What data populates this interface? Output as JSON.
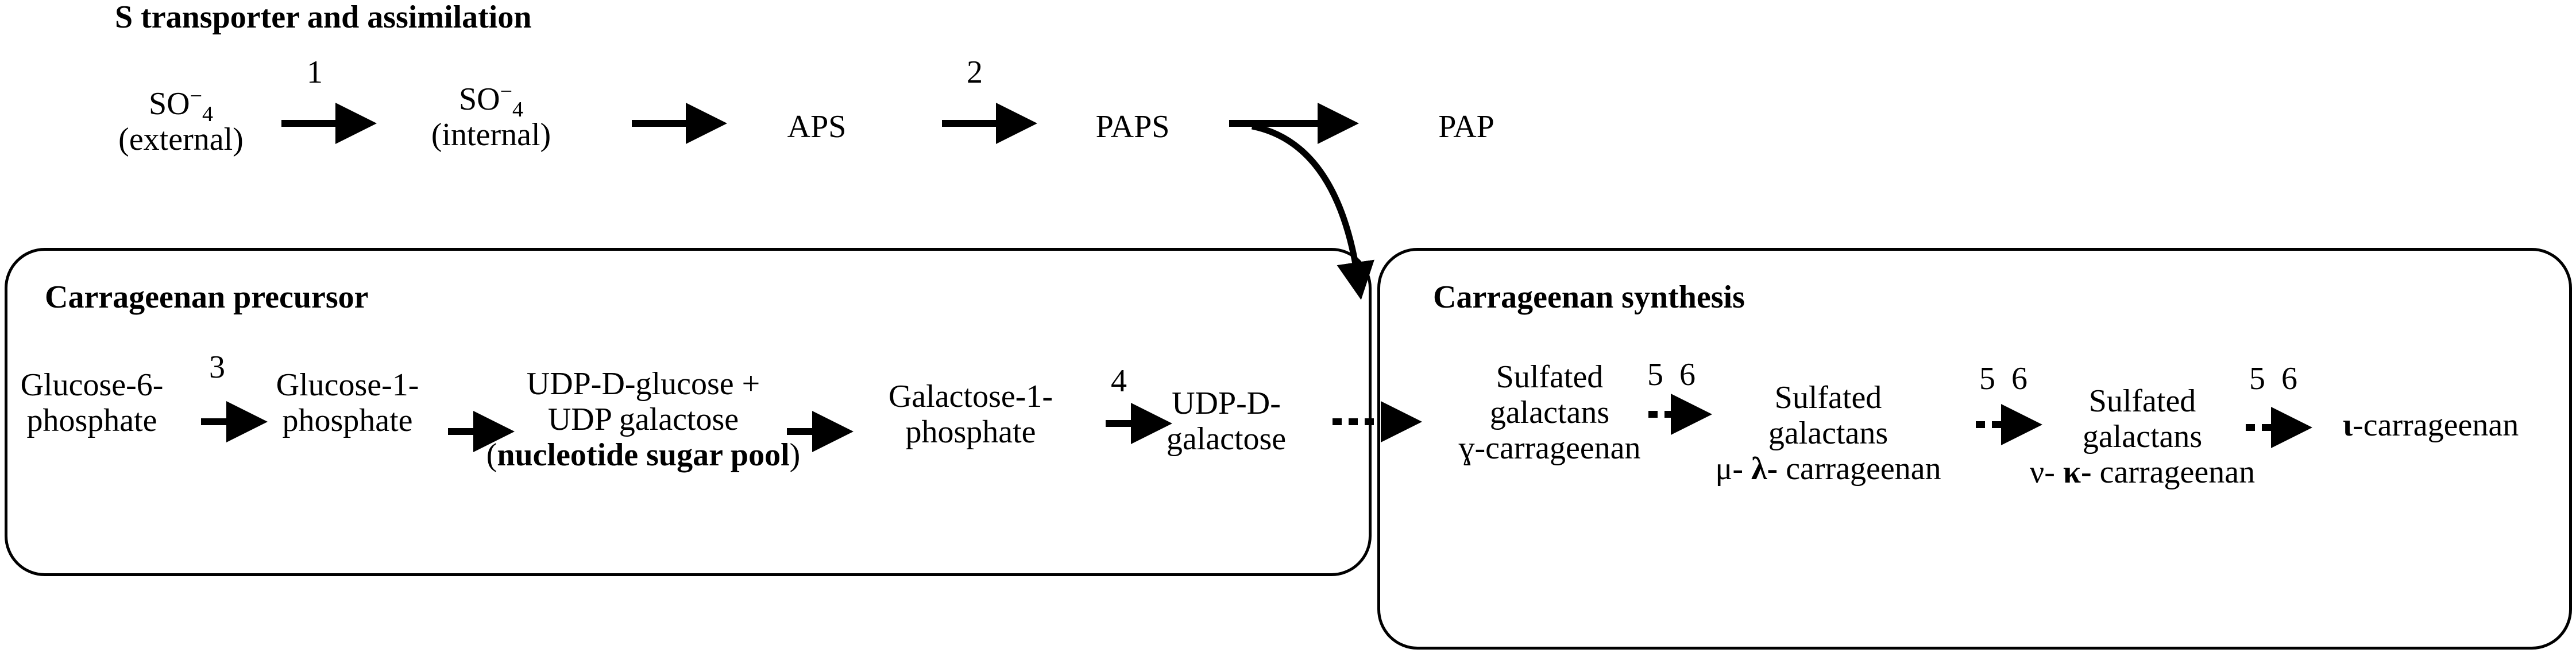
{
  "headers": {
    "s_transport": "S transporter and assimilation",
    "precursor": "Carrageenan precursor",
    "synthesis": "Carrageenan  synthesis"
  },
  "top_row": {
    "so4_ext_line1": "SO",
    "so4_ext_sup": "−",
    "so4_ext_sub": "4",
    "so4_ext_line2": "(external)",
    "so4_int_line1": "SO",
    "so4_int_sup": "−",
    "so4_int_sub": "4",
    "so4_int_line2": "(internal)",
    "aps": "APS",
    "paps": "PAPS",
    "pap": "PAP",
    "step1": "1",
    "step2": "2"
  },
  "precursor": {
    "g6p_l1": "Glucose-6-",
    "g6p_l2": "phosphate",
    "g1p_l1": "Glucose-1-",
    "g1p_l2": "phosphate",
    "udp_l1": "UDP-D-glucose +",
    "udp_l2": "UDP galactose",
    "udp_l3_open": "(",
    "udp_l3_bold": "nucleotide sugar pool",
    "udp_l3_close": ")",
    "gal1p_l1": "Galactose-1-",
    "gal1p_l2": "phosphate",
    "udpgal_l1": "UDP-D-",
    "udpgal_l2": "galactose",
    "step3": "3",
    "step4": "4"
  },
  "synthesis": {
    "sg1_l1": "Sulfated",
    "sg1_l2": "galactans",
    "sg1_l3": "ɣ-carrageenan",
    "sg2_l1": "Sulfated",
    "sg2_l2": "galactans",
    "sg2_l3_a": "μ- ",
    "sg2_l3_b": "λ-",
    "sg2_l3_c": " carrageenan",
    "sg3_l1": "Sulfated",
    "sg3_l2": "galactans",
    "sg3_l3_a": "ν- ",
    "sg3_l3_b": "κ-",
    "sg3_l3_c": " carrageenan",
    "iota_a": "ι",
    "iota_b": "-carrageenan",
    "steps_a": "5  6",
    "steps_b": "5  6",
    "steps_c": "5  6"
  }
}
